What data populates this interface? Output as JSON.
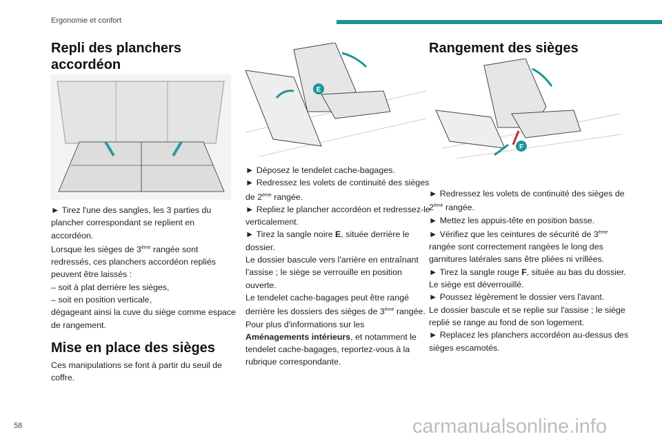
{
  "header": {
    "section": "Ergonomie et confort",
    "accent": "#1f9494"
  },
  "page_number": "58",
  "watermark": "carmanualsonline.info",
  "col1": {
    "title": "Repli des planchers accordéon",
    "lines": [
      "► Tirez l'une des sangles, les 3 parties du plancher correspondant se replient en accordéon."
    ],
    "p2a": "Lorsque les sièges de 3",
    "p2sup": "ème",
    "p2b": " rangée sont redressés, ces planchers accordéon repliés peuvent être laissés :",
    "d1": "– soit à plat derrière les sièges,",
    "d2": "– soit en position verticale,",
    "p3": "dégageant ainsi la cuve du siège comme espace de rangement.",
    "title2": "Mise en place des sièges",
    "p4": "Ces manipulations se font à partir du seuil de coffre."
  },
  "col2": {
    "l1": "► Déposez le tendelet cache-bagages.",
    "l2a": "► Redressez les volets de continuité des sièges de 2",
    "l2sup": "ème",
    "l2b": " rangée.",
    "l3": "► Repliez le plancher accordéon et redressez-le verticalement.",
    "l4a": "► Tirez la sangle noire ",
    "l4b": "E",
    "l4c": ", située derrière le dossier.",
    "l5": "Le dossier bascule vers l'arrière en entraînant l'assise ; le siège se verrouille en position ouverte.",
    "l6a": "Le tendelet cache-bagages peut être rangé derrière les dossiers des sièges de 3",
    "l6sup": "ème",
    "l6b": " rangée.",
    "l7a": "Pour plus d'informations sur les ",
    "l7b": "Aménagements intérieurs",
    "l7c": ", et notamment le tendelet cache-bagages, reportez-vous à la rubrique correspondante.",
    "figure_label": "E"
  },
  "col3": {
    "title": "Rangement des sièges",
    "figure_label": "F",
    "l1a": "► Redressez les volets de continuité des sièges de 2",
    "l1sup": "ème",
    "l1b": " rangée.",
    "l2": "► Mettez les appuis-tête en position basse.",
    "l3a": "► Vérifiez que les ceintures de sécurité de 3",
    "l3sup": "ème",
    "l3b": " rangée sont correctement rangées le long des garnitures latérales sans être pliées ni vrillées.",
    "l4a": "► Tirez la sangle rouge ",
    "l4b": "F",
    "l4c": ", située au bas du dossier.",
    "l5": "Le siège est déverrouillé.",
    "l6": "► Poussez légèrement le dossier vers l'avant.",
    "l7": "Le dossier bascule et se replie sur l'assise ; le siège replié se range au fond de son logement.",
    "l8": "► Replacez les planchers accordéon au-dessus des sièges escamotés."
  }
}
